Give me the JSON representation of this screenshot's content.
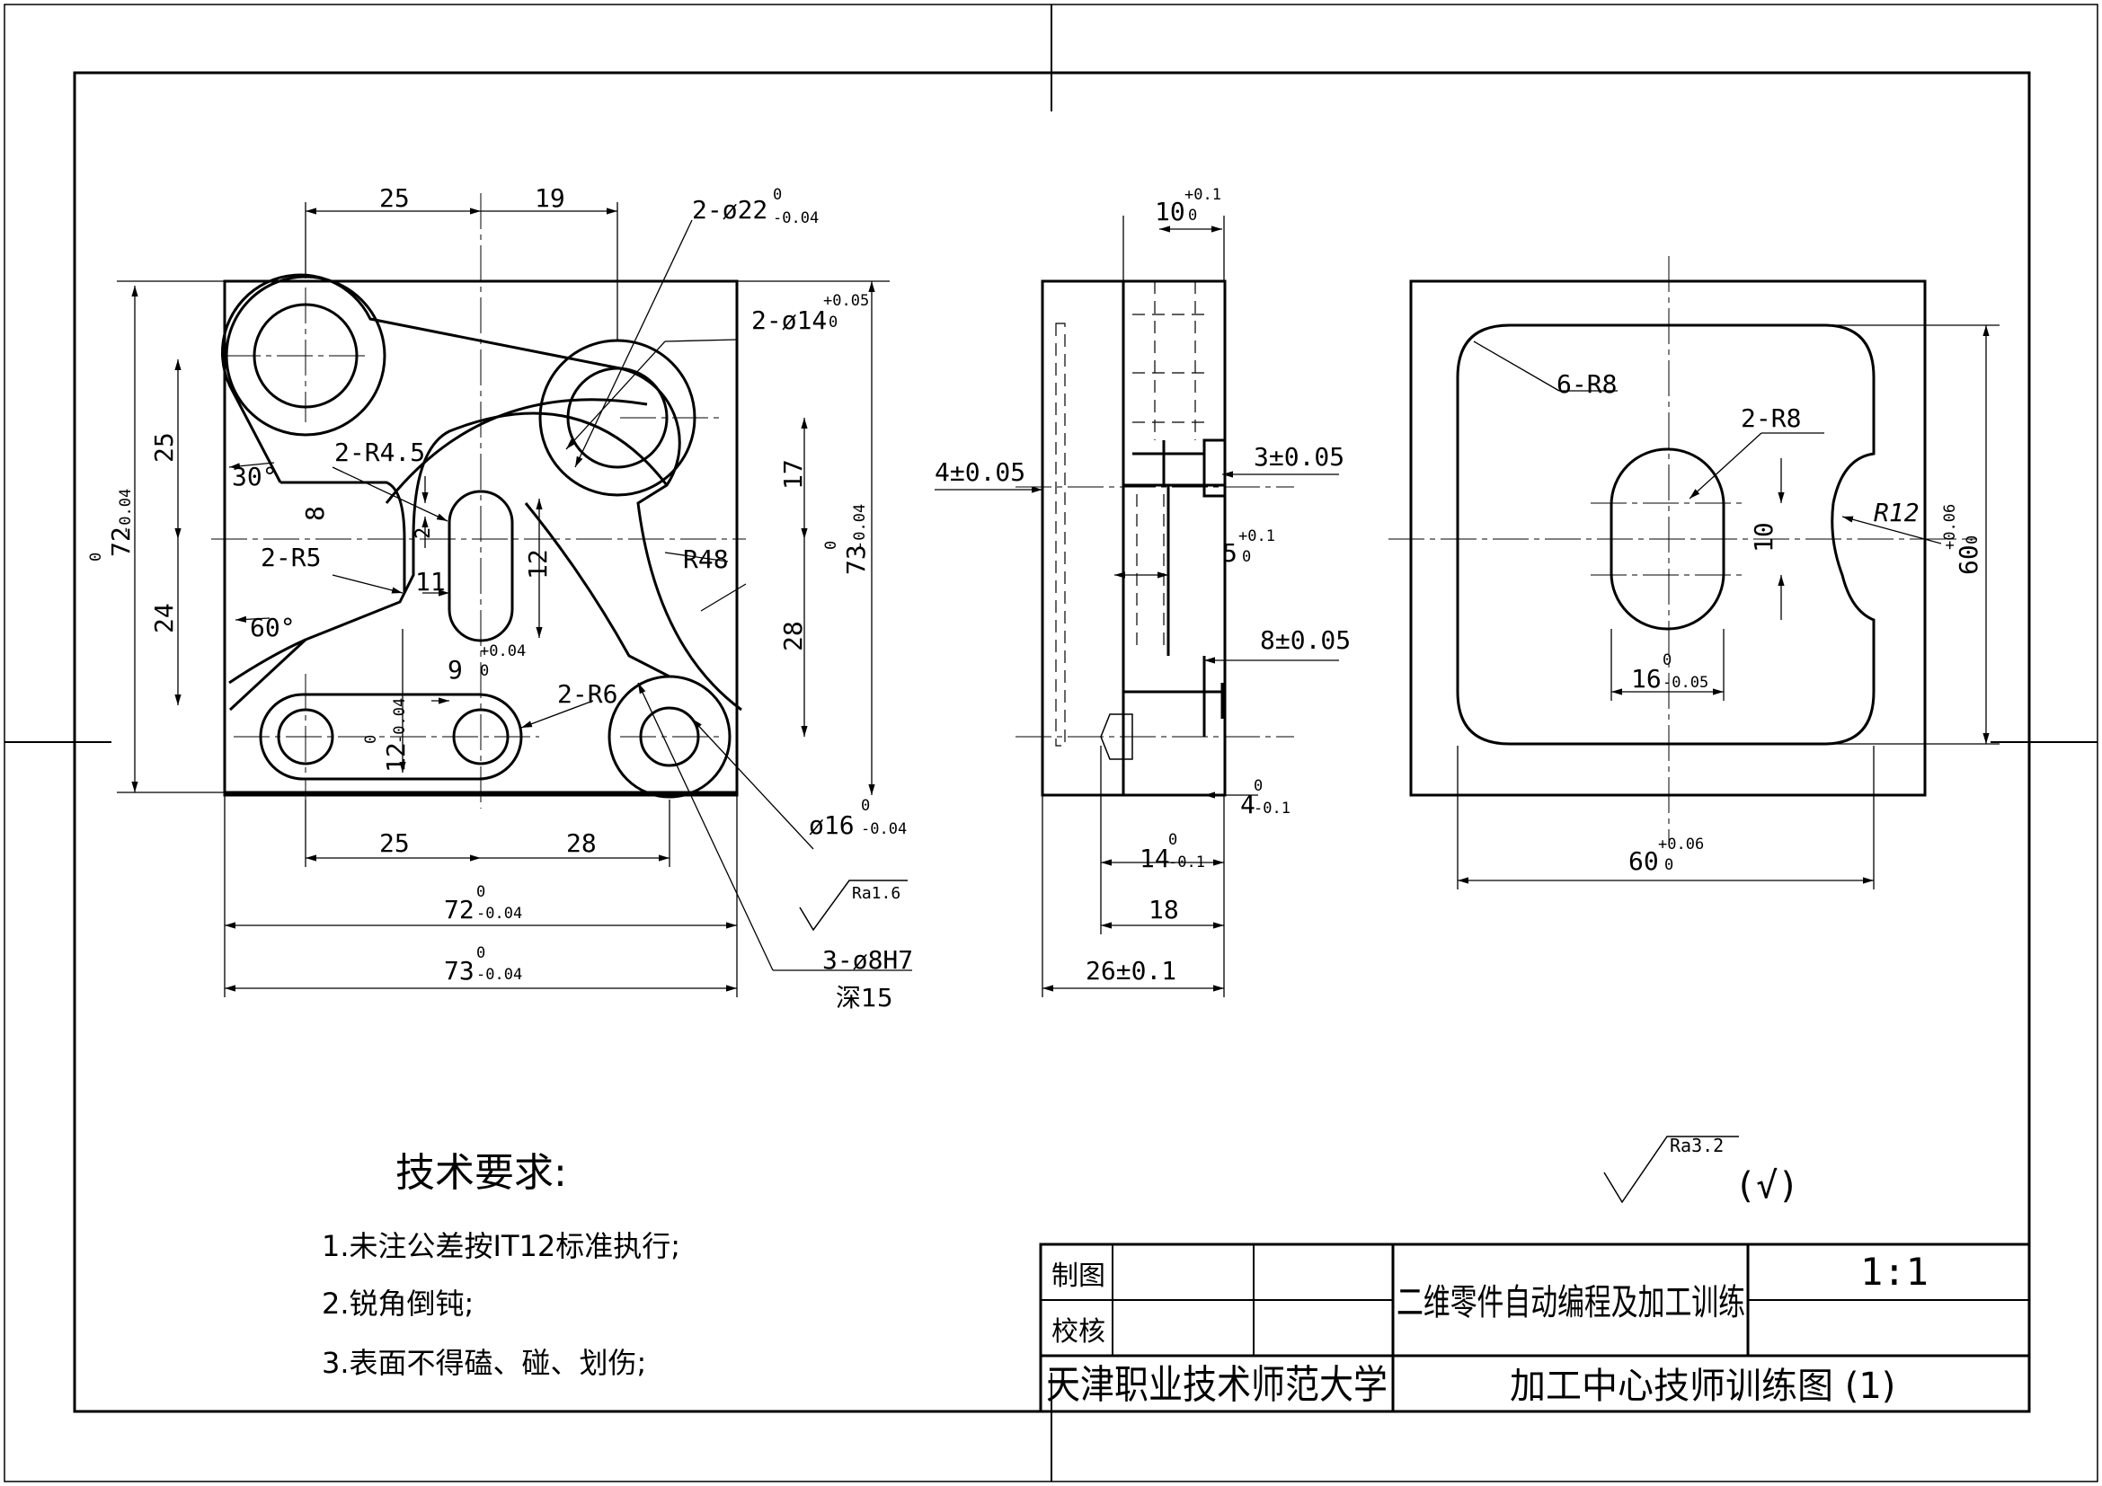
{
  "front_view": {
    "dims": {
      "top_25": "25",
      "top_19": "19",
      "bore_22": "2-ø22",
      "bore_22_tol": "0",
      "bore_22_tol_lo": "-0.04",
      "bore_14": "2-ø14",
      "bore_14_tol_hi": "+0.05",
      "bore_14_tol_lo": "0",
      "r4_5": "2-R4.5",
      "r5": "2-R5",
      "r6": "2-R6",
      "r48": "R48",
      "left_25": "25",
      "left_24": "24",
      "left_8": "8",
      "left_2": "2",
      "overall_72": "72",
      "overall_72_tol_hi": "0",
      "overall_72_tol_lo": "-0.04",
      "right_17": "17",
      "right_28": "28",
      "right_73": "73",
      "right_73_tol_hi": "0",
      "right_73_tol_lo": "-0.04",
      "slot_12": "12",
      "slot_11": "11",
      "slot_9": "9",
      "slot_9_tol_hi": "+0.04",
      "slot_9_tol_lo": "0",
      "slot_12b": "12",
      "slot_12b_tol_hi": "0",
      "slot_12b_tol_lo": "-0.04",
      "angle_30": "30°",
      "angle_60": "60°",
      "bottom_25": "25",
      "bottom_28": "28",
      "bottom_72": "72",
      "bottom_72_tol_hi": "0",
      "bottom_72_tol_lo": "-0.04",
      "bottom_73": "73",
      "bottom_73_tol_hi": "0",
      "bottom_73_tol_lo": "-0.04",
      "dia_16": "ø16",
      "dia_16_tol_hi": "0",
      "dia_16_tol_lo": "-0.04",
      "ra_1_6": "Ra1.6",
      "pin_holes": "3-ø8H7",
      "pin_depth": "深15"
    }
  },
  "side_view": {
    "dims": {
      "d10": "10",
      "d10_hi": "+0.1",
      "d10_lo": "0",
      "d4": "4±0.05",
      "d3": "3±0.05",
      "d5": "5",
      "d5_hi": "+0.1",
      "d5_lo": "0",
      "d8": "8±0.05",
      "d4b": "4",
      "d4b_hi": "0",
      "d4b_lo": "-0.1",
      "d14": "14",
      "d14_hi": "0",
      "d14_lo": "-0.1",
      "d18": "18",
      "d26": "26±0.1"
    }
  },
  "back_view": {
    "dims": {
      "r8_6": "6-R8",
      "r8_2": "2-R8",
      "r12": "R12",
      "d10": "10",
      "d16": "16",
      "d16_hi": "0",
      "d16_lo": "-0.05",
      "d60h": "60",
      "d60h_hi": "+0.06",
      "d60h_lo": "0",
      "d60v": "60",
      "d60v_hi": "+0.06",
      "d60v_lo": "0"
    }
  },
  "surface_finish": {
    "label": "Ra3.2",
    "rest": "(√)"
  },
  "tech_requirements": {
    "title": "技术要求:",
    "items": [
      "1.未注公差按IT12标准执行;",
      "2.锐角倒钝;",
      "3.表面不得磕、碰、划伤;"
    ]
  },
  "title_block": {
    "draw_label": "制图",
    "check_label": "校核",
    "project_name": "二维零件自动编程及加工训练",
    "scale": "1:1",
    "school": "天津职业技术师范大学",
    "drawing_title": "加工中心技师训练图 (1)"
  }
}
